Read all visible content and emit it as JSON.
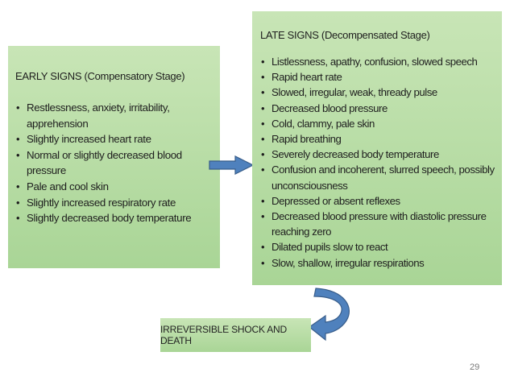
{
  "early": {
    "title": "EARLY SIGNS (Compensatory Stage)",
    "items": [
      "Restlessness, anxiety, irritability, apprehension",
      "Slightly increased heart rate",
      "Normal or slightly decreased blood pressure",
      "Pale and cool skin",
      "Slightly increased respiratory rate",
      "Slightly decreased body temperature"
    ]
  },
  "late": {
    "title": "LATE SIGNS (Decompensated Stage)",
    "items": [
      "Listlessness, apathy, confusion, slowed speech",
      "Rapid heart rate",
      "Slowed, irregular, weak, thready pulse",
      "Decreased blood pressure",
      "Cold, clammy, pale skin",
      "Rapid breathing",
      "Severely decreased body temperature",
      "Confusion and incoherent, slurred speech, possibly unconsciousness",
      "Depressed or absent reflexes",
      "Decreased blood pressure with diastolic pressure reaching zero",
      "Dilated pupils slow to react",
      "Slow, shallow, irregular respirations"
    ]
  },
  "final": {
    "label": "IRREVERSIBLE SHOCK AND DEATH"
  },
  "page_number": "29",
  "colors": {
    "box_fill": "#b7dca3",
    "arrow_fill": "#4f81bd",
    "arrow_stroke": "#385d8a"
  }
}
